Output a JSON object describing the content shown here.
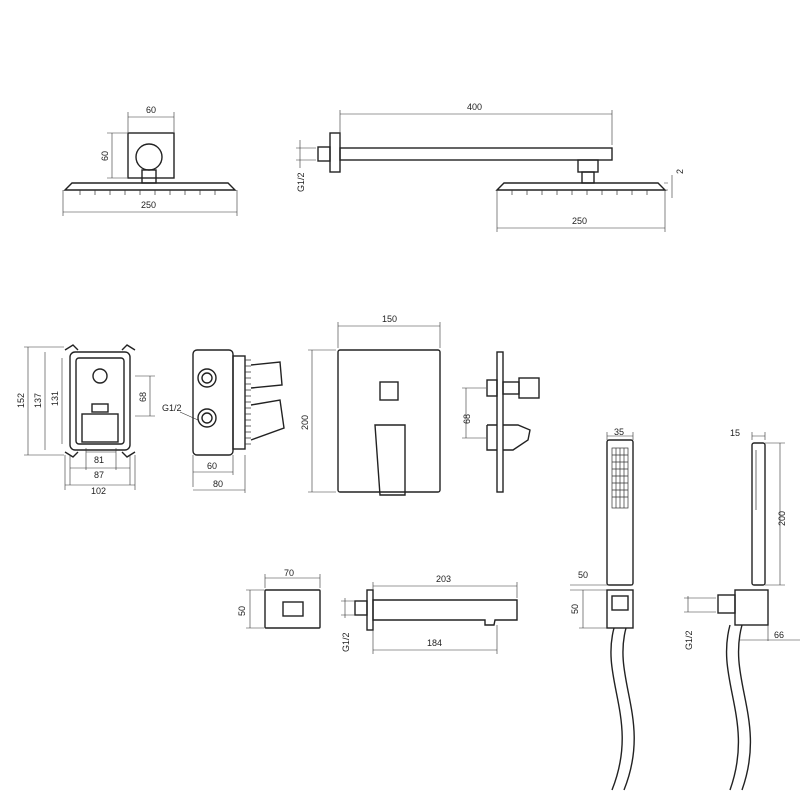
{
  "overhead_shower_top": {
    "width": "60",
    "height": "60",
    "plate_width": "250"
  },
  "shower_arm": {
    "length": "400",
    "thread": "G1/2",
    "plate_thickness": "2",
    "plate_width": "250"
  },
  "concealed_box_front": {
    "height_outer": "152",
    "height_mid": "137",
    "height_inner": "131",
    "port_spacing": "68",
    "width_inner": "81",
    "width_mid": "87",
    "width_outer": "102"
  },
  "concealed_box_side": {
    "thread": "G1/2",
    "depth_inner": "60",
    "depth_outer": "80"
  },
  "mixer_plate": {
    "width": "150",
    "height": "200"
  },
  "mixer_side": {
    "projection": "68"
  },
  "hand_shower_front": {
    "width": "35",
    "holder_width": "50",
    "holder_height": "50"
  },
  "hand_shower_side": {
    "width": "15",
    "length": "200",
    "thread": "G1/2",
    "depth": "66"
  },
  "diverter_plate": {
    "width": "70",
    "height": "50"
  },
  "spout": {
    "length_total": "203",
    "length_body": "184",
    "thread": "G1/2"
  }
}
